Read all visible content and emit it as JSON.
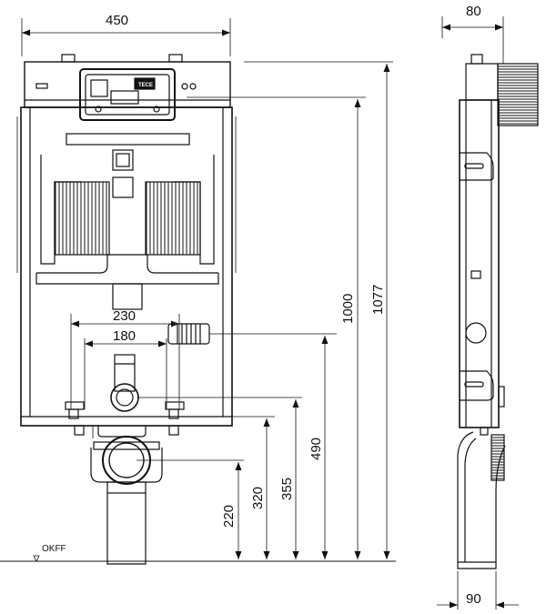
{
  "dimensions": {
    "width_top": "450",
    "width_side": "80",
    "width_bottom": "90",
    "inner_230": "230",
    "inner_180": "180",
    "height_1000": "1000",
    "height_1077": "1077",
    "height_490": "490",
    "height_355": "355",
    "height_320": "320",
    "height_220": "220"
  },
  "labels": {
    "floor_level": "OKFF",
    "brand_plate": "TECE"
  }
}
